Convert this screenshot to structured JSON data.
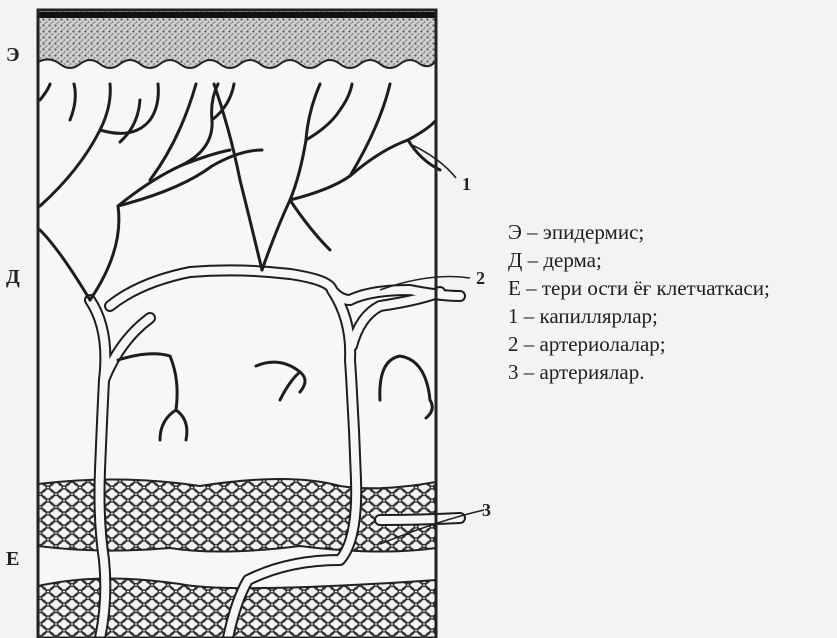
{
  "side_labels": {
    "epidermis": "Э",
    "dermis": "Д",
    "hypodermis": "Е"
  },
  "callouts": {
    "c1": "1",
    "c2": "2",
    "c3": "3"
  },
  "legend": [
    "Э – эпидермис;",
    "Д – дерма;",
    "Е – тери ости ёғ клетчаткаси;",
    "1 – капиллярлар;",
    "2 – артериолалар;",
    "3 – артериялар."
  ]
}
